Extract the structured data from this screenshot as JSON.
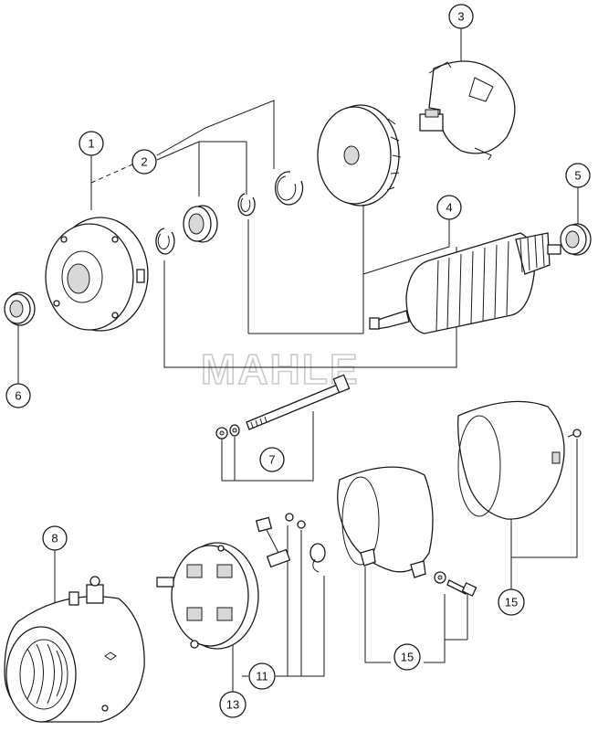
{
  "watermark": "MAHLE",
  "callouts": {
    "c1": "1",
    "c2": "2",
    "c3": "3",
    "c4": "4",
    "c5": "5",
    "c6": "6",
    "c7": "7",
    "c8": "8",
    "c11": "11",
    "c13": "13",
    "c15a": "15",
    "c15b": "15"
  }
}
